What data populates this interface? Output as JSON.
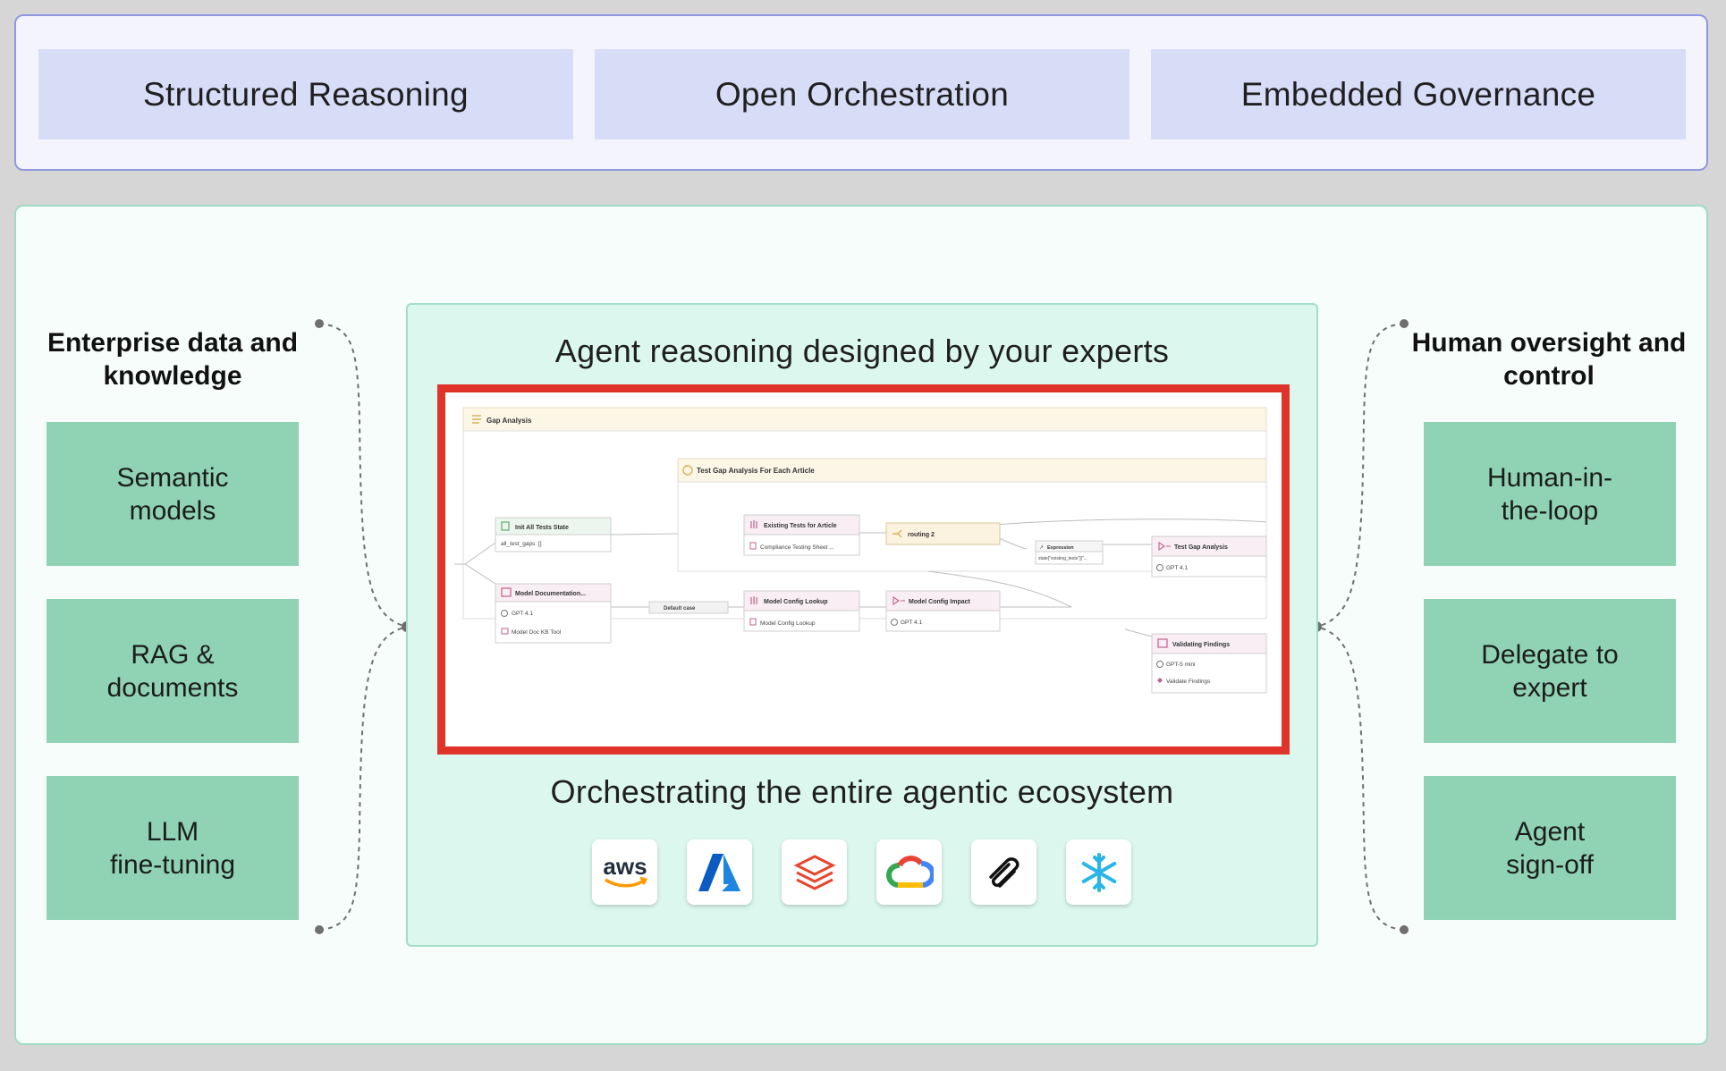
{
  "pillars": [
    "Structured Reasoning",
    "Open Orchestration",
    "Embedded Governance"
  ],
  "left": {
    "title": "Enterprise data and knowledge",
    "tiles": [
      {
        "line1": "Semantic",
        "line2": "models"
      },
      {
        "line1": "RAG &",
        "line2": "documents"
      },
      {
        "line1": "LLM",
        "line2": "fine-tuning"
      }
    ]
  },
  "right": {
    "title": "Human oversight and control",
    "tiles": [
      {
        "line1": "Human-in-",
        "line2": "the-loop"
      },
      {
        "line1": "Delegate to",
        "line2": "expert"
      },
      {
        "line1": "Agent",
        "line2": "sign-off"
      }
    ]
  },
  "center": {
    "title": "Agent reasoning designed by your experts",
    "subtitle": "Orchestrating the entire agentic ecosystem"
  },
  "workflow": {
    "group_title": "Gap Analysis",
    "loop_title": "Test Gap Analysis For Each Article",
    "nodes": {
      "init": {
        "title": "Init All Tests State",
        "line1": "all_test_gaps: []"
      },
      "model_doc": {
        "title": "Model Documentation...",
        "line1": "GPT 4.1",
        "line2": "Model Doc KB Tool"
      },
      "default_case": {
        "title": "Default case"
      },
      "existing_tests": {
        "title": "Existing Tests for Article",
        "line1": "Compliance Testing Sheet ..."
      },
      "routing": {
        "title": "routing 2"
      },
      "expression": {
        "title": "Expression",
        "line1": "state[\"existing_tests\"][\"..."
      },
      "test_gap": {
        "title": "Test Gap Analysis",
        "line1": "GPT 4.1"
      },
      "config_lookup": {
        "title": "Model Config Lookup",
        "line1": "Model Config Lookup"
      },
      "config_impact": {
        "title": "Model Config Impact",
        "line1": "GPT 4.1"
      },
      "validating": {
        "title": "Validating Findings",
        "line1": "GPT-5 mini",
        "line2": "Validate Findings"
      }
    }
  },
  "logos": [
    {
      "name": "aws-logo-icon",
      "text": "aws"
    },
    {
      "name": "azure-logo-icon"
    },
    {
      "name": "databricks-logo-icon"
    },
    {
      "name": "google-cloud-logo-icon"
    },
    {
      "name": "paperclip-logo-icon"
    },
    {
      "name": "snowflake-logo-icon"
    }
  ],
  "colors": {
    "top_border": "#8f97e2",
    "pillar_fill": "#d7dcf7",
    "main_border": "#9fdcc3",
    "tile_fill": "#8fd3b4",
    "center_fill": "#dcf8ee",
    "highlight_frame": "#e0342a"
  }
}
